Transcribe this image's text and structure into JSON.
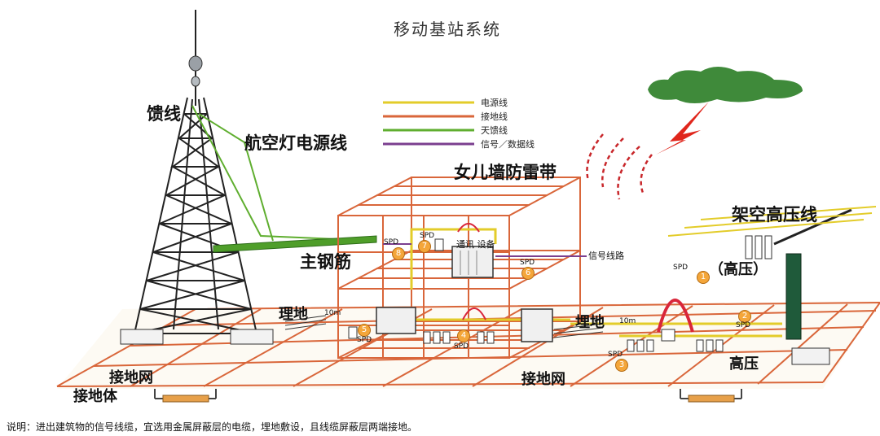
{
  "title": "移动基站系统",
  "legend": {
    "items": [
      {
        "label": "电源线",
        "color": "#e3cc2a"
      },
      {
        "label": "接地线",
        "color": "#d9663a"
      },
      {
        "label": "天馈线",
        "color": "#5fae2f"
      },
      {
        "label": "信号／数据线",
        "color": "#7b3f8f"
      }
    ]
  },
  "labels": {
    "feeder": "馈线",
    "aviation_power": "航空灯电源线",
    "parapet": "女儿墙防雷带",
    "overhead_hv": "架空高压线",
    "main_rebar": "主钢筋",
    "comm_equipment": "通讯 设备",
    "signal_line": "信号线路",
    "high_voltage_paren": "（高压）",
    "buried_left": "理地",
    "buried_left_dist": "10m",
    "buried_right": "埋地",
    "buried_right_dist": "10m",
    "ground_grid_left": "接地网",
    "ground_body": "接地体",
    "ground_grid_right": "接地网",
    "high_voltage": "高压",
    "spd": "SPD"
  },
  "spd_markers": [
    {
      "id": "1",
      "label": "SPD"
    },
    {
      "id": "2",
      "label": "SPD"
    },
    {
      "id": "3",
      "label": "SPD"
    },
    {
      "id": "4",
      "label": "SPD"
    },
    {
      "id": "5",
      "label": "SPD"
    },
    {
      "id": "6",
      "label": "SPD"
    },
    {
      "id": "7",
      "label": "SPD"
    },
    {
      "id": "8",
      "label": "SPD"
    }
  ],
  "footnote": "说明：进出建筑物的信号线缆，宜选用金属屏蔽层的电缆，埋地敷设，且线缆屏蔽层两端接地。",
  "colors": {
    "power": "#e3cc2a",
    "ground": "#d9663a",
    "feeder": "#5fae2f",
    "signal": "#7b3f8f",
    "lightning": "#e0261c",
    "cloud": "#3f8a3a"
  }
}
